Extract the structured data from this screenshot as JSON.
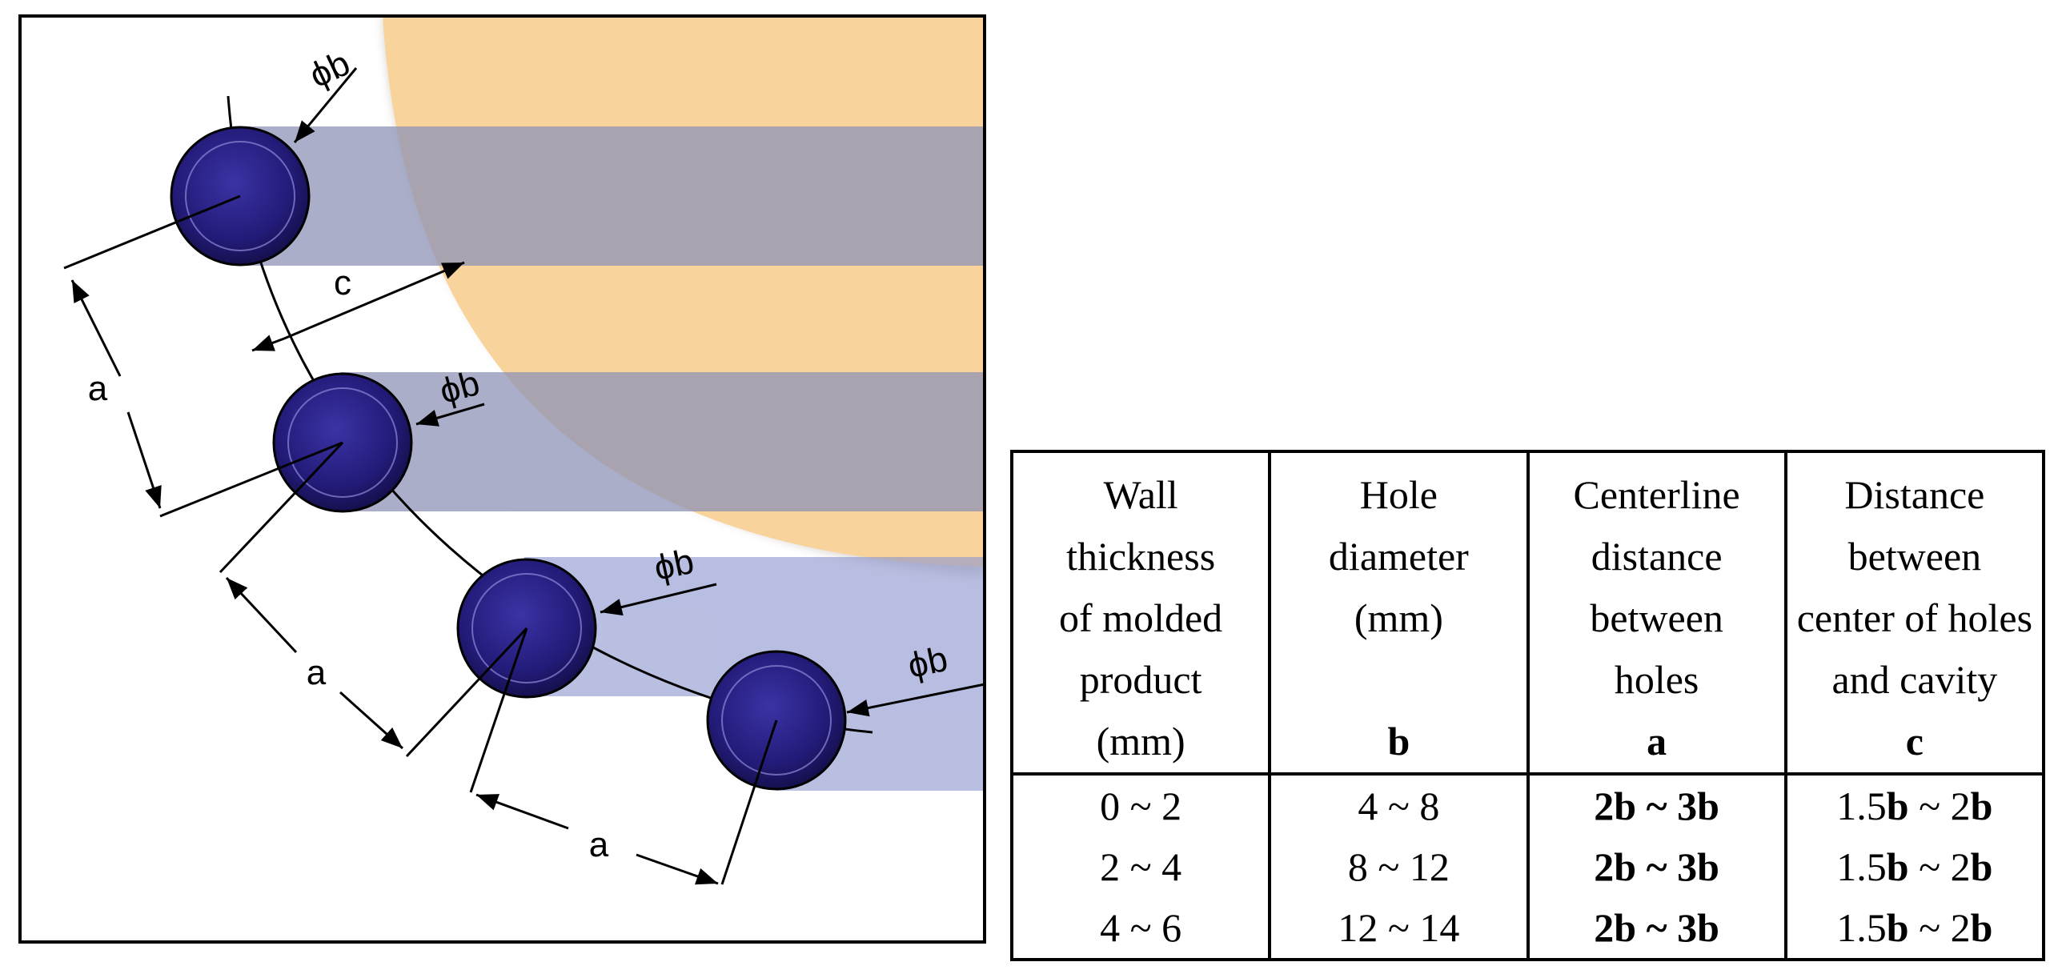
{
  "diagram": {
    "labels": {
      "a1": "a",
      "a2": "a",
      "a3": "a",
      "c": "c",
      "phib1": "ϕb",
      "phib2": "ϕb",
      "phib3": "ϕb",
      "phib4": "ϕb"
    },
    "colors": {
      "cavity": "#f8d39b",
      "channel": "#aeb4da",
      "overlap": "#aea9b3",
      "hole": "#2a207e",
      "outline": "#000000"
    }
  },
  "table": {
    "headers": [
      {
        "text": [
          "Wall",
          "thickness",
          "of molded",
          "product",
          "(mm)"
        ],
        "symbol": ""
      },
      {
        "text": [
          "Hole",
          "diameter",
          "(mm)",
          ""
        ],
        "symbol": "b"
      },
      {
        "text": [
          "Centerline",
          "distance",
          "between",
          "holes"
        ],
        "symbol": "a"
      },
      {
        "text": [
          "Distance",
          "between",
          "center of holes",
          "and cavity"
        ],
        "symbol": "c"
      }
    ],
    "rows": [
      {
        "wall": "0 ~ 2",
        "hole": "4 ~ 8",
        "a": [
          "2",
          "b",
          " ~ 3",
          "b"
        ],
        "c": [
          "1.5",
          "b",
          " ~ 2",
          "b"
        ]
      },
      {
        "wall": "2 ~ 4",
        "hole": "8 ~ 12",
        "a": [
          "2",
          "b",
          " ~ 3",
          "b"
        ],
        "c": [
          "1.5",
          "b",
          " ~ 2",
          "b"
        ]
      },
      {
        "wall": "4 ~ 6",
        "hole": "12 ~ 14",
        "a": [
          "2",
          "b",
          " ~ 3",
          "b"
        ],
        "c": [
          "1.5",
          "b",
          " ~ 2",
          "b"
        ]
      }
    ]
  }
}
